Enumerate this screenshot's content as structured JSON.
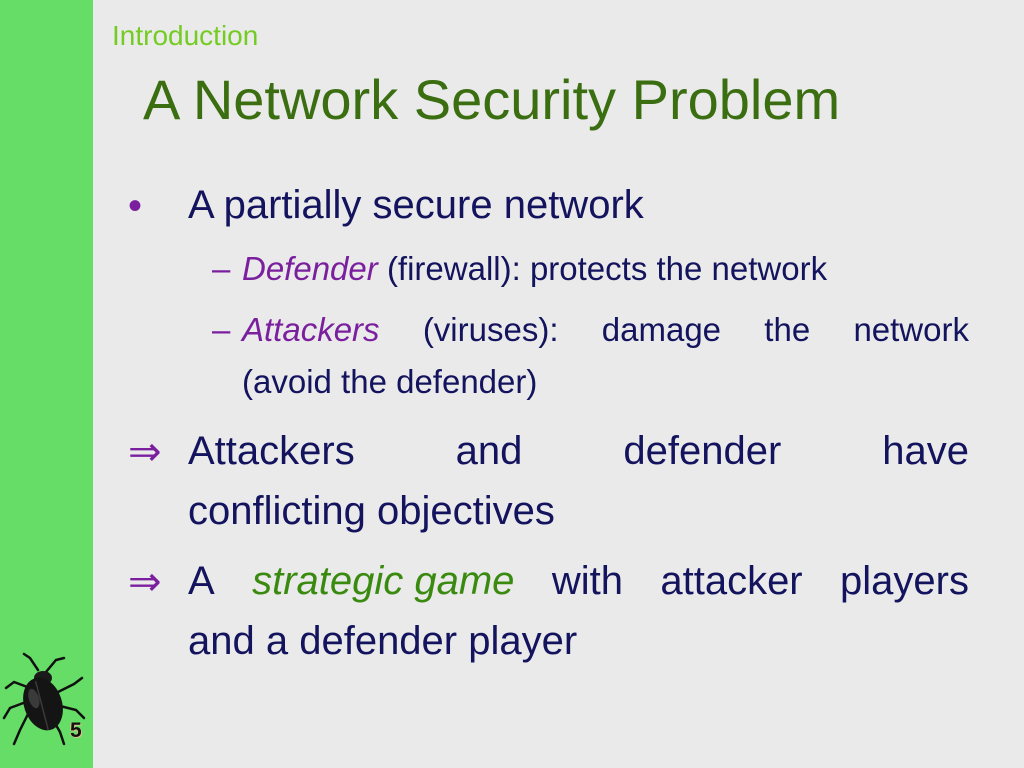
{
  "slide": {
    "section": "Introduction",
    "title": "A Network Security Problem",
    "page_number": "5"
  },
  "bullets": {
    "b1": {
      "marker": "•",
      "text": "A partially secure network",
      "sub1": {
        "marker": "–",
        "emph": "Defender",
        "rest": "(firewall): protects the network"
      },
      "sub2": {
        "marker": "–",
        "emph": "Attackers",
        "rest_words": [
          "(viruses):",
          "damage",
          "the",
          "network"
        ],
        "rest_line2": "(avoid the defender)"
      }
    },
    "b2": {
      "marker": "⇒",
      "line1_words": [
        "Attackers",
        "and",
        "defender",
        "have"
      ],
      "line2": "conflicting objectives"
    },
    "b3": {
      "marker": "⇒",
      "pre": "A",
      "emph": "strategic game",
      "words_after": [
        "with",
        "attacker",
        "players"
      ],
      "line2": "and a defender player"
    }
  },
  "icons": {
    "beetle": "beetle-icon"
  },
  "colors": {
    "left_bar": "#66dd66",
    "background": "#eaeaea",
    "title": "#3a6e10",
    "section": "#74cc22",
    "body_text": "#13135e",
    "marker": "#7a1f9e",
    "emphasis_green": "#3a8a10"
  }
}
